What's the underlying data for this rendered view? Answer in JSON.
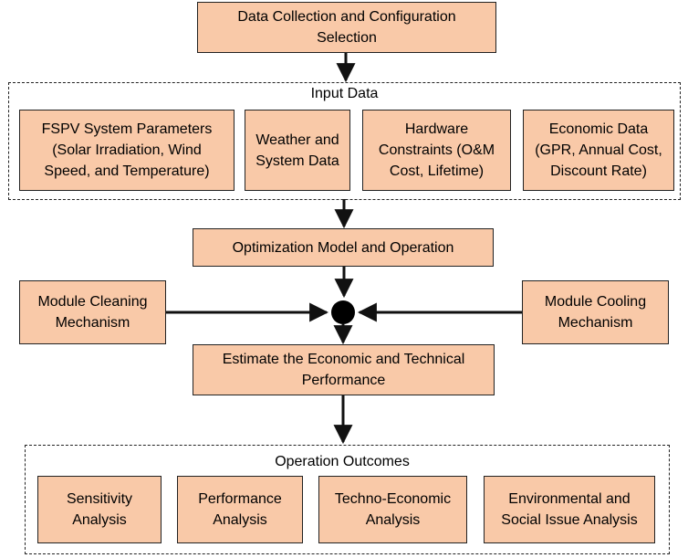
{
  "nodes": {
    "data_collection": "Data Collection and Configuration\nSelection",
    "fspv_params": "FSPV System Parameters\n(Solar Irradiation, Wind\nSpeed, and Temperature)",
    "weather": "Weather and\nSystem Data",
    "hardware": "Hardware\nConstraints (O&M\nCost, Lifetime)",
    "economic_data": "Economic Data\n(GPR, Annual Cost,\nDiscount Rate)",
    "optimization": "Optimization Model and Operation",
    "cleaning": "Module Cleaning\nMechanism",
    "cooling": "Module Cooling\nMechanism",
    "estimate": "Estimate the Economic and Technical\nPerformance",
    "sensitivity": "Sensitivity\nAnalysis",
    "performance": "Performance\nAnalysis",
    "techno": "Techno-Economic\nAnalysis",
    "environmental": "Environmental and\nSocial Issue Analysis"
  },
  "groups": {
    "input": "Input Data",
    "outcomes": "Operation Outcomes"
  },
  "colors": {
    "box_fill": "#f9c9a8",
    "stroke": "#222222"
  }
}
